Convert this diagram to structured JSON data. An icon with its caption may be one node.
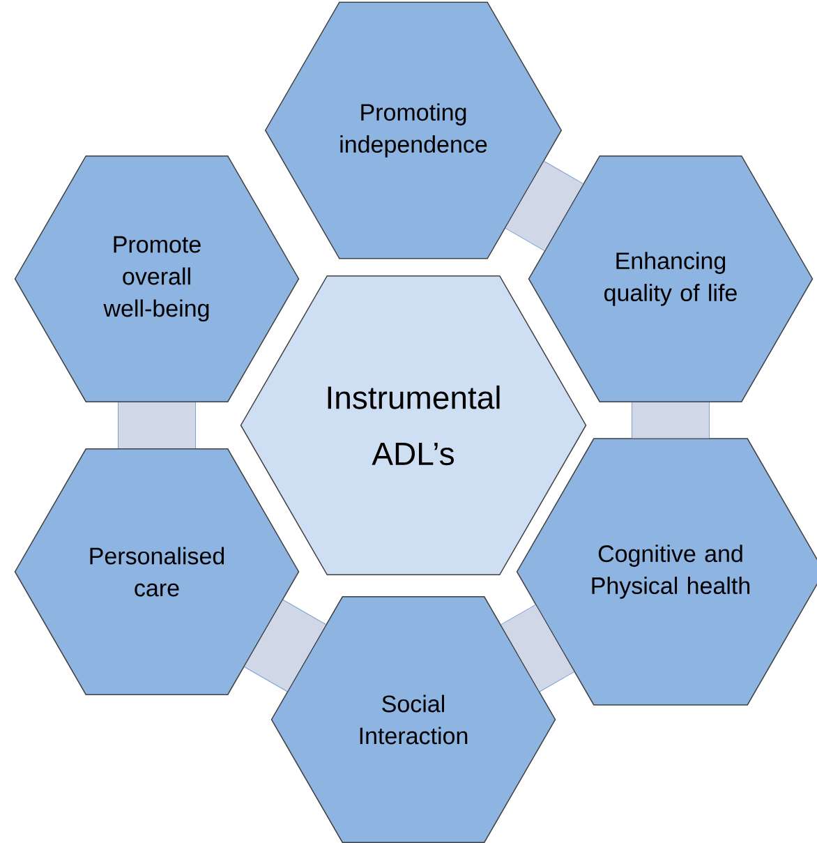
{
  "diagram": {
    "nodes": [
      {
        "text": [
          "Promoting independence"
        ]
      },
      {
        "text": [
          "Promote overall well-being"
        ]
      },
      {
        "text": [
          "Enhancing quality of life"
        ]
      },
      {
        "text": [
          "Instrumental ADL’s"
        ]
      },
      {
        "text": [
          "Personalised care"
        ]
      },
      {
        "text": [
          "Cognitive and Physical health"
        ]
      },
      {
        "text": [
          "Social Interaction"
        ]
      }
    ],
    "edges": [
      {
        "from": 0,
        "to": 2,
        "arrow": "none"
      },
      {
        "from": 2,
        "to": 5,
        "arrow": "none"
      },
      {
        "from": 5,
        "to": 6,
        "arrow": "none"
      },
      {
        "from": 6,
        "to": 4,
        "arrow": "none"
      },
      {
        "from": 4,
        "to": 1,
        "arrow": "none"
      }
    ]
  }
}
